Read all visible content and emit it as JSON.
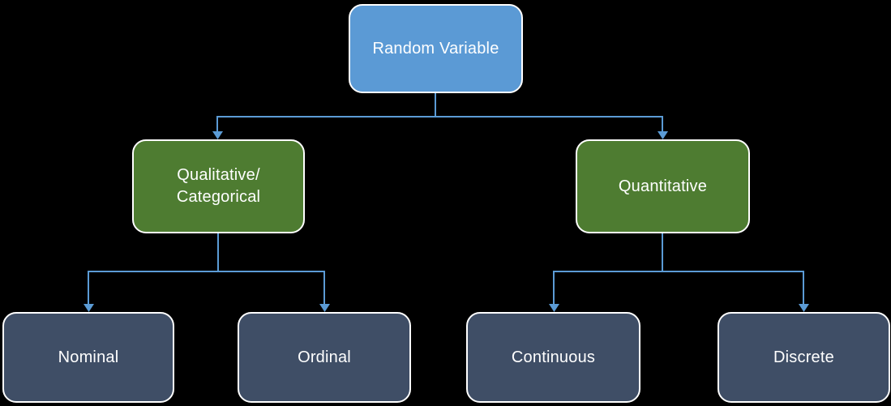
{
  "colors": {
    "root_fill": "#5B9AD5",
    "branch_fill": "#4E7C31",
    "leaf_fill": "#3F4E66",
    "connector": "#5B9BD5",
    "node_border": "#FFFFFF",
    "text": "#FFFFFF",
    "background": "#000000"
  },
  "nodes": {
    "root": {
      "label": "Random Variable"
    },
    "qualitative": {
      "label": "Qualitative/\nCategorical"
    },
    "quantitative": {
      "label": "Quantitative"
    },
    "nominal": {
      "label": "Nominal"
    },
    "ordinal": {
      "label": "Ordinal"
    },
    "continuous": {
      "label": "Continuous"
    },
    "discrete": {
      "label": "Discrete"
    }
  },
  "edges": [
    {
      "from": "Random Variable",
      "to": "Qualitative/Categorical"
    },
    {
      "from": "Random Variable",
      "to": "Quantitative"
    },
    {
      "from": "Qualitative/Categorical",
      "to": "Nominal"
    },
    {
      "from": "Qualitative/Categorical",
      "to": "Ordinal"
    },
    {
      "from": "Quantitative",
      "to": "Continuous"
    },
    {
      "from": "Quantitative",
      "to": "Discrete"
    }
  ]
}
